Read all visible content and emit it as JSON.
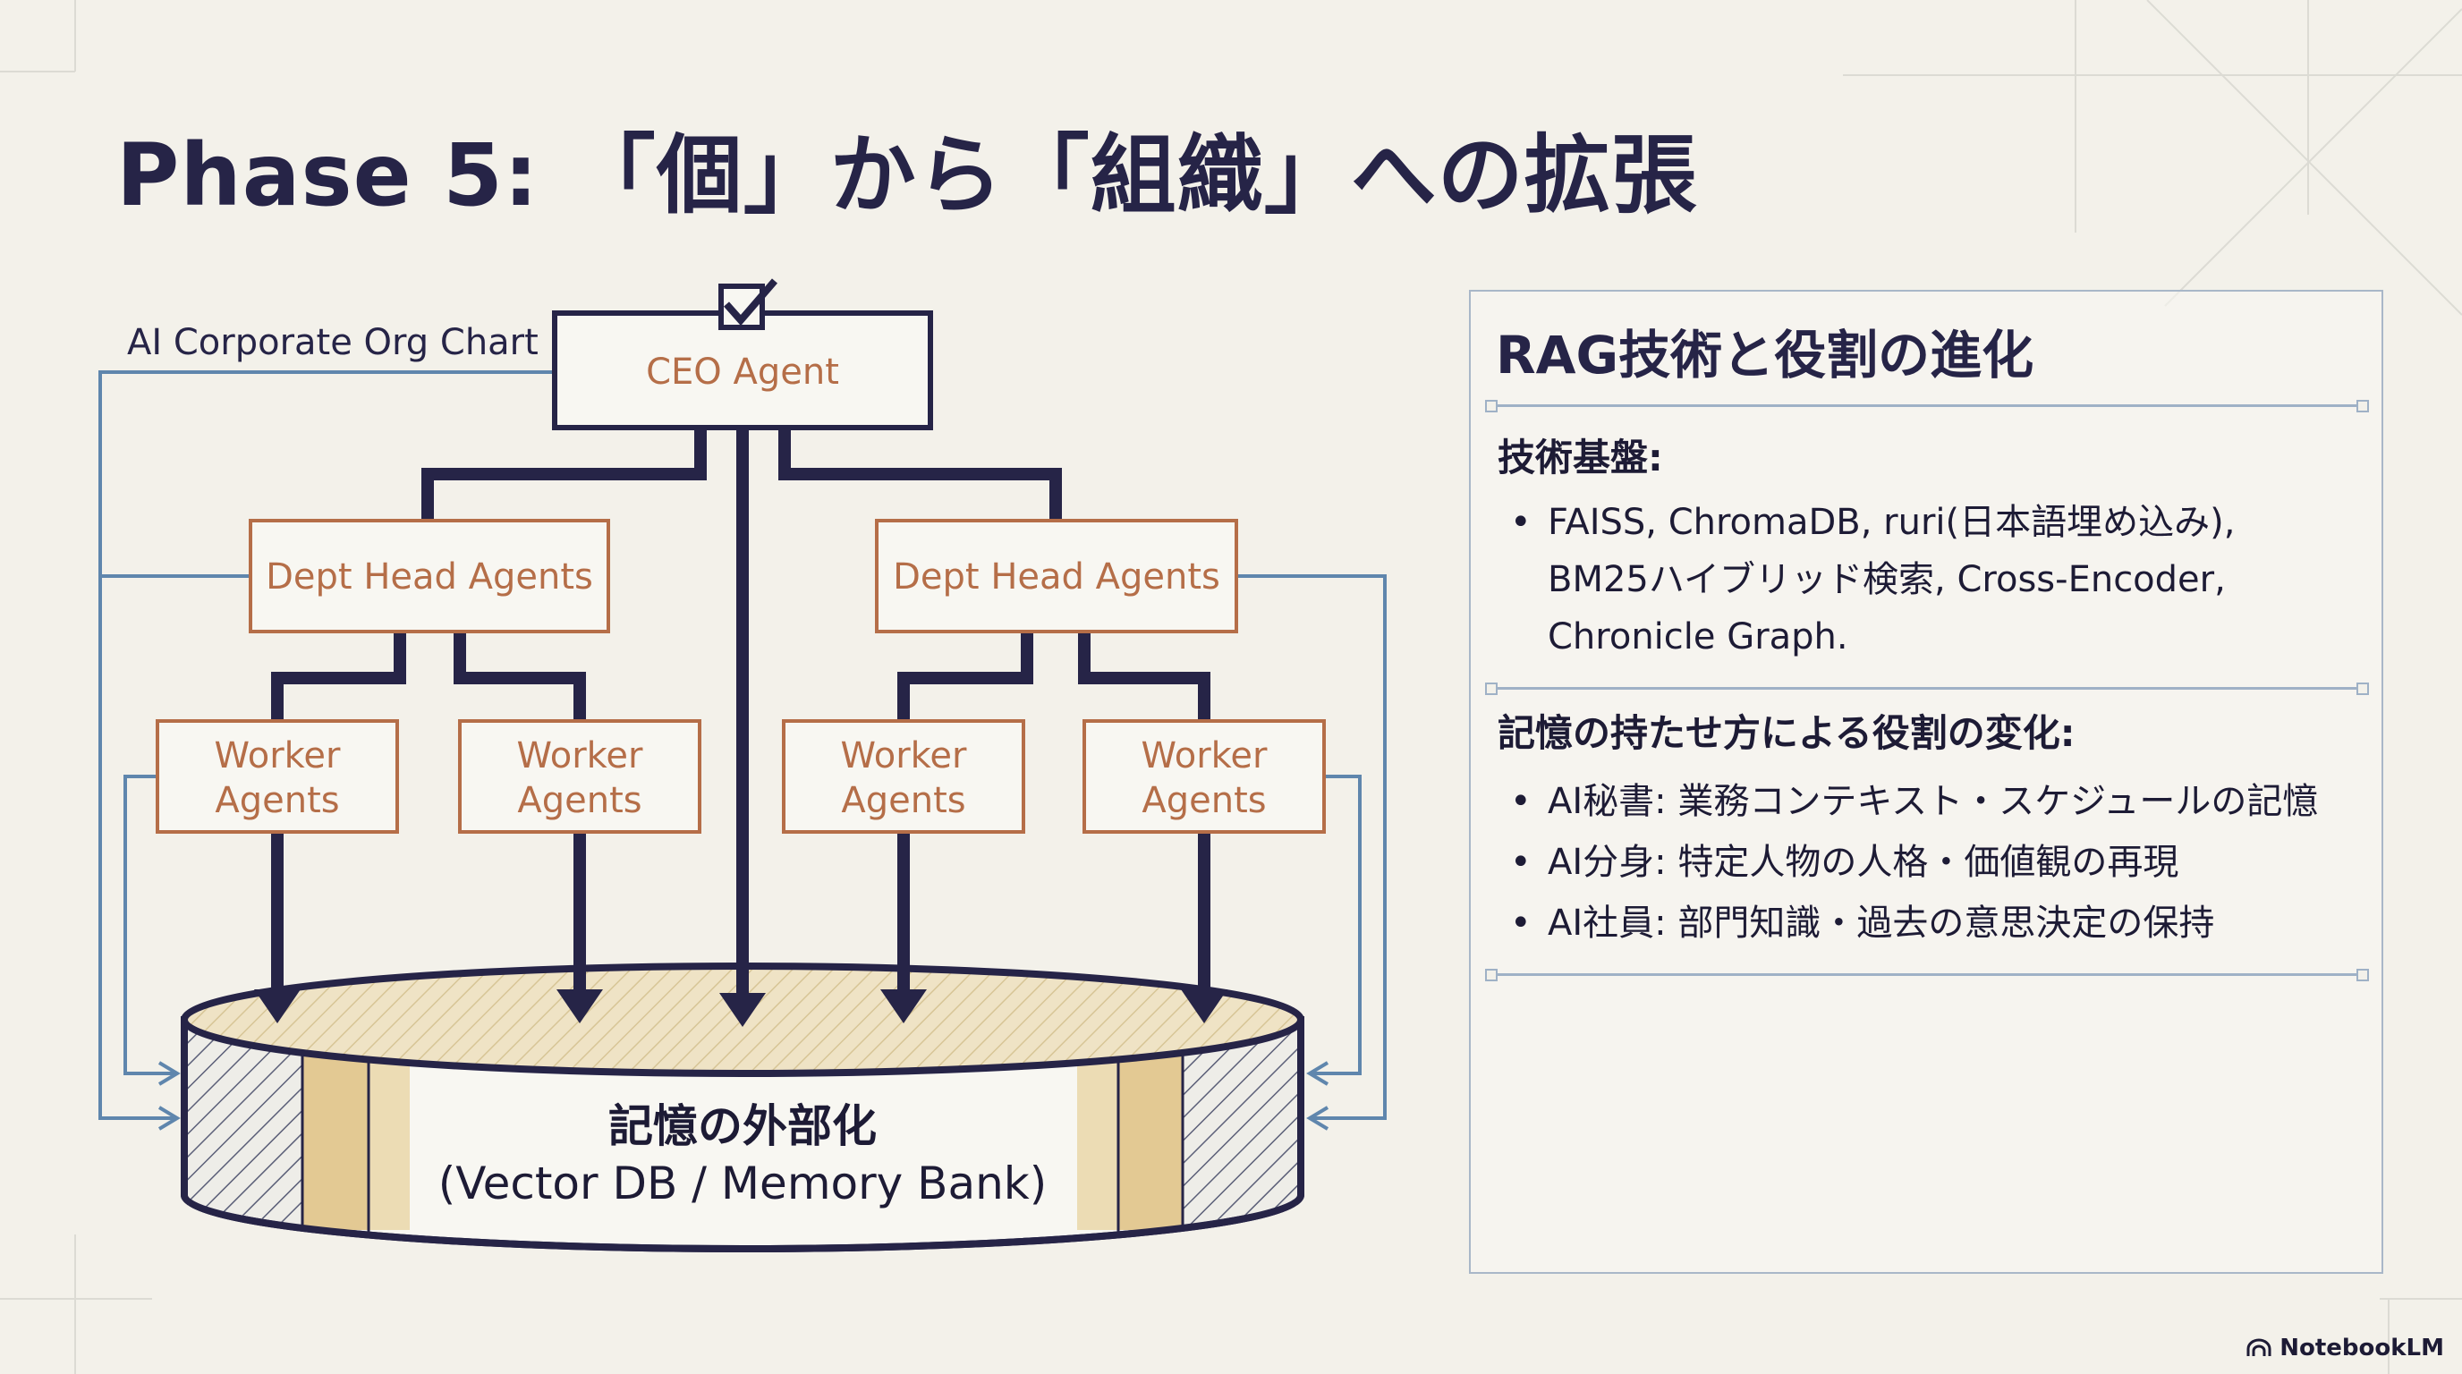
{
  "slide": {
    "title": "Phase 5: 「個」から「組織」への拡張"
  },
  "org_chart": {
    "label": "AI Corporate Org Chart",
    "ceo": "CEO Agent",
    "dept_heads": [
      "Dept Head Agents",
      "Dept Head Agents"
    ],
    "workers": [
      [
        "Worker",
        "Agents"
      ],
      [
        "Worker",
        "Agents"
      ],
      [
        "Worker",
        "Agents"
      ],
      [
        "Worker",
        "Agents"
      ]
    ],
    "memory": {
      "title": "記憶の外部化",
      "subtitle": "(Vector DB / Memory Bank)"
    }
  },
  "panel": {
    "title": "RAG技術と役割の進化",
    "tech_heading": "技術基盤:",
    "tech_lines": [
      "FAISS, ChromaDB, ruri(日本語埋め込み),",
      "BM25ハイブリッド検索, Cross-Encoder,",
      "Chronicle Graph."
    ],
    "roles_heading": "記憶の持たせ方による役割の変化:",
    "roles": [
      "AI秘書: 業務コンテキスト・スケジュールの記憶",
      "AI分身: 特定人物の人格・価値観の再現",
      "AI社員: 部門知識・過去の意思決定の保持"
    ]
  },
  "brand": {
    "name": "NotebookLM",
    "icon": "notebooklm-logo-icon"
  },
  "colors": {
    "background": "#f3f1ea",
    "navy": "#262447",
    "node_border": "#b56e48",
    "connector_blue": "#5f86ad",
    "panel_border": "#a9b7c8"
  }
}
